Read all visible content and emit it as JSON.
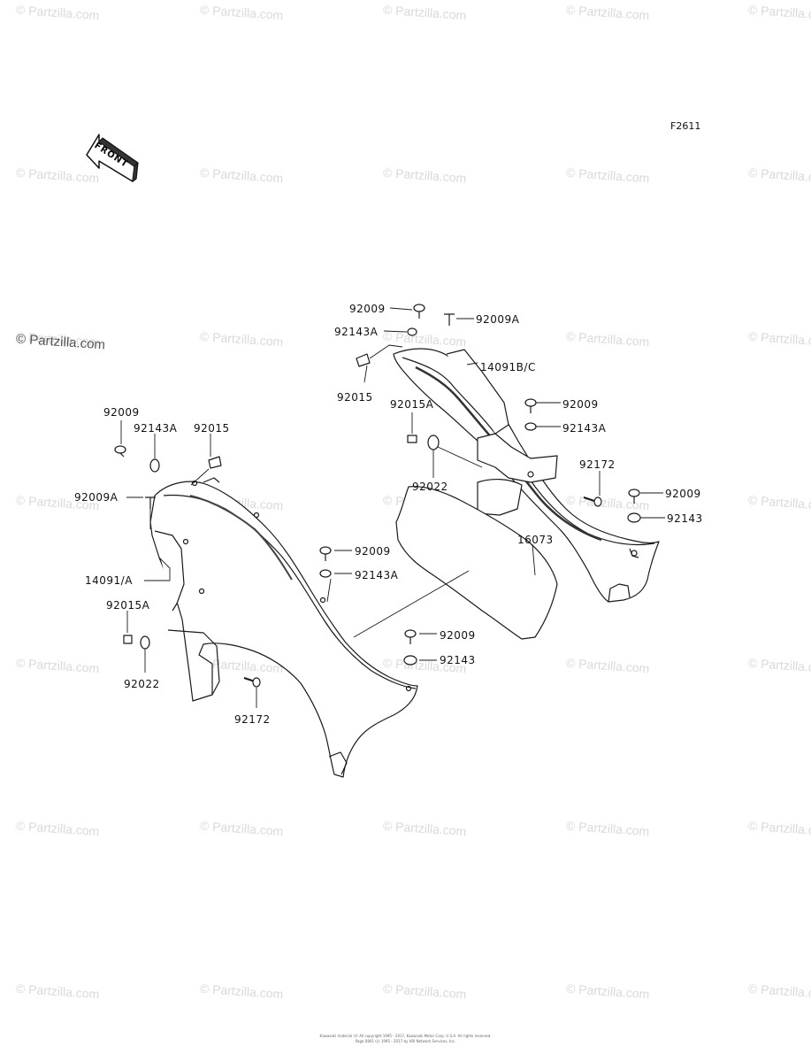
{
  "figure_code": "F2611",
  "front_label": "FRONT",
  "watermark": "© Partzilla.com",
  "part_labels": {
    "l_92009_top": "92009",
    "l_92009A_top": "92009A",
    "l_92143A_top": "92143A",
    "l_14091BC": "14091B/C",
    "l_92015_top": "92015",
    "l_92015A_mid": "92015A",
    "l_92009_r1": "92009",
    "l_92143A_r1": "92143A",
    "l_92022_mid": "92022",
    "l_92172_r": "92172",
    "l_92009_r2": "92009",
    "l_92143_r2": "92143",
    "l_16073": "16073",
    "l_92009_left": "92009",
    "l_92143A_left": "92143A",
    "l_92015_left": "92015",
    "l_92009A_left": "92009A",
    "l_14091A": "14091/A",
    "l_92015A_left": "92015A",
    "l_92022_left": "92022",
    "l_92172_left": "92172",
    "l_92009_c1": "92009",
    "l_92143A_c1": "92143A",
    "l_92009_c2": "92009",
    "l_92143_c2": "92143"
  },
  "footer": {
    "line1": "Kawasaki material (© All copyright 1995 - 2017, Kawasaki Motor Corp. U.S.A. All rights reserved.",
    "line2": "Page 0801 (c) 1995 - 2017 by ARI Network Services, Inc."
  }
}
